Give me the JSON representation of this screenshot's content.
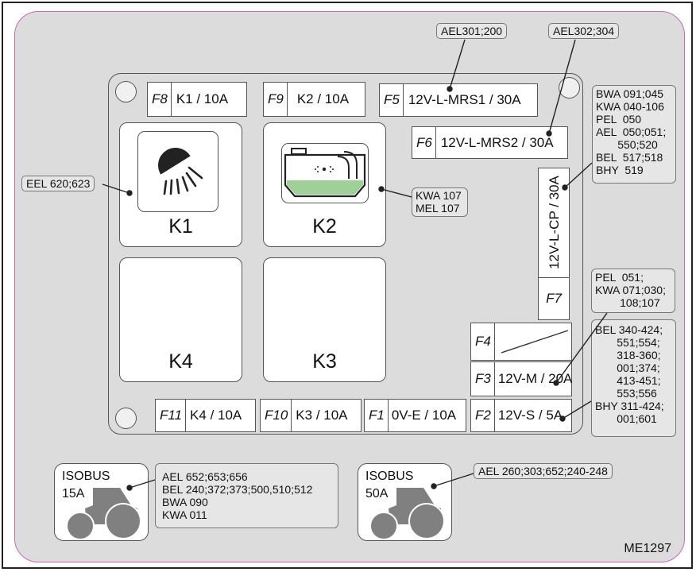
{
  "fuses": {
    "f8": {
      "id": "F8",
      "value": "K1 / 10A"
    },
    "f9": {
      "id": "F9",
      "value": "K2 / 10A"
    },
    "f5": {
      "id": "F5",
      "value": "12V-L-MRS1 / 30A"
    },
    "f6": {
      "id": "F6",
      "value": "12V-L-MRS2 / 30A"
    },
    "f7": {
      "id": "F7",
      "value": "12V-L-CP / 30A"
    },
    "f4": {
      "id": "F4",
      "value": ""
    },
    "f3": {
      "id": "F3",
      "value": "12V-M / 20A"
    },
    "f2": {
      "id": "F2",
      "value": "12V-S / 5A"
    },
    "f1": {
      "id": "F1",
      "value": "0V-E / 10A"
    },
    "f10": {
      "id": "F10",
      "value": "K3 / 10A"
    },
    "f11": {
      "id": "F11",
      "value": "K4 / 10A"
    }
  },
  "relays": {
    "k1": "K1",
    "k2": "K2",
    "k3": "K3",
    "k4": "K4"
  },
  "callouts": {
    "ael301": "AEL301;200",
    "ael302": "AEL302;304",
    "eel": "EEL 620;623",
    "kwa_mel": "KWA 107\nMEL 107",
    "f7_note": "BWA 091;045\nKWA 040-106\nPEL  050\nAEL  050;051;\n       550;520\nBEL  517;518\nBHY  519",
    "f3_note": "PEL  051;\nKWA 071;030;\n        108;107",
    "f2_note": "BEL 340-424;\n       551;554;\n       318-360;\n       001;374;\n       413-451;\n       553;556\nBHY 311-424;\n       001;601",
    "isobus15_note": "AEL 652;653;656\nBEL 240;372;373;500,510;512\nBWA 090\nKWA 011",
    "isobus50_note": "AEL 260;303;652;240-248"
  },
  "isobus": {
    "a": {
      "title": "ISOBUS",
      "rating": "15A"
    },
    "b": {
      "title": "ISOBUS",
      "rating": "50A"
    }
  },
  "diagram_code": "ME1297",
  "colors": {
    "plate": "#dcdcdc",
    "border": "#c46ab8",
    "washer_fluid": "#9fd09a"
  }
}
